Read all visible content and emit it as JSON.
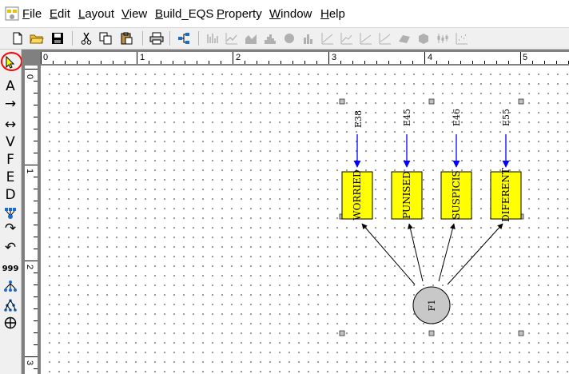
{
  "menu": [
    {
      "id": "file",
      "label": "File",
      "underline": "F",
      "rest": "ile"
    },
    {
      "id": "edit",
      "label": "Edit",
      "underline": "E",
      "rest": "dit"
    },
    {
      "id": "layout",
      "label": "Layout",
      "underline": "L",
      "rest": "ayout"
    },
    {
      "id": "view",
      "label": "View",
      "underline": "V",
      "rest": "iew"
    },
    {
      "id": "build-eqs",
      "label": "Build_EQS",
      "underline": "B",
      "rest": "uild_EQS"
    },
    {
      "id": "property",
      "label": "Property",
      "underline": "P",
      "rest": "roperty"
    },
    {
      "id": "window",
      "label": "Window",
      "underline": "W",
      "rest": "indow"
    },
    {
      "id": "help",
      "label": "Help",
      "underline": "H",
      "rest": "elp"
    }
  ],
  "palette": {
    "pointer": "pointer-icon",
    "text_tool": "A",
    "arrow_tool": "→",
    "double_arrow_tool": "↔",
    "v_tool": "V",
    "f_tool": "F",
    "e_tool": "E",
    "d_tool": "D",
    "rotate_cw": "↷",
    "rotate_ccw": "↶",
    "numbers_tool": "999"
  },
  "ruler_top": [
    "0",
    "1",
    "2",
    "3",
    "4",
    "5"
  ],
  "ruler_left": [
    "0",
    "1",
    "2",
    "3"
  ],
  "diagram": {
    "factor": "F1",
    "variables": [
      "WORRIED",
      "PUNISED",
      "SUSPICIS",
      "DIFERENT"
    ],
    "errors": [
      "E38",
      "E45",
      "E46",
      "E55"
    ],
    "colors": {
      "variable_fill": "#ffff00",
      "error_arrow": "#0000ff",
      "factor_fill": "#c8c8c8",
      "highlight": "#ff0000"
    }
  }
}
